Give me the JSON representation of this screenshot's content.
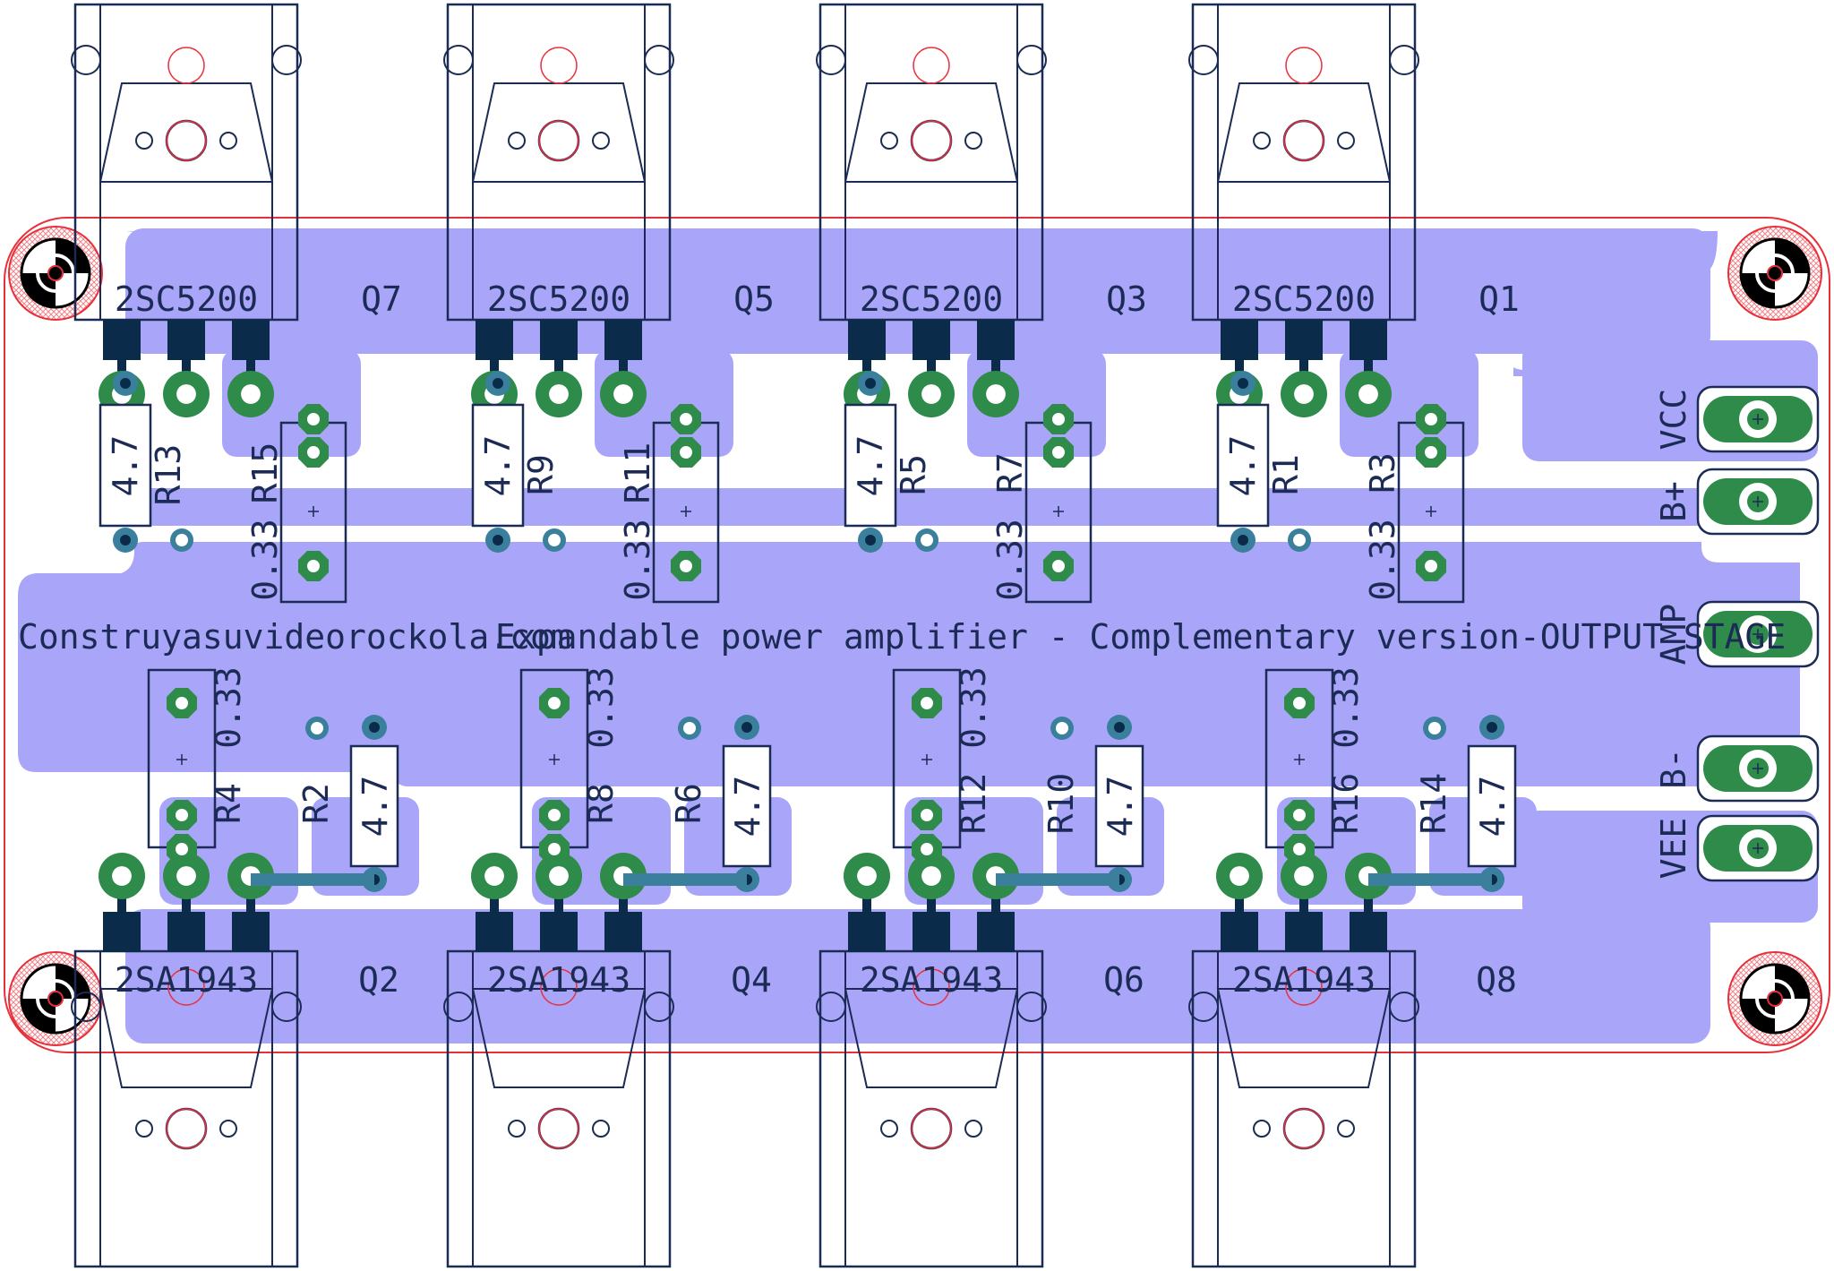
{
  "colors": {
    "background": "#ffffff",
    "copper_fill": "#a9a6fa",
    "outline": "#e8303a",
    "silkscreen": "#1b2b55",
    "pad": "#2e8b4a",
    "via": "#3a7f9c",
    "smd_pad": "#0b2b4a"
  },
  "texts": {
    "website": "Construyasuvideorockola.com",
    "description": "Expandable power amplifier - Complementary version-OUTPUT STAGE"
  },
  "transistors_top": [
    {
      "ref": "Q7",
      "value": "2SC5200"
    },
    {
      "ref": "Q5",
      "value": "2SC5200"
    },
    {
      "ref": "Q3",
      "value": "2SC5200"
    },
    {
      "ref": "Q1",
      "value": "2SC5200"
    }
  ],
  "transistors_bottom": [
    {
      "ref": "Q2",
      "value": "2SA1943"
    },
    {
      "ref": "Q4",
      "value": "2SA1943"
    },
    {
      "ref": "Q6",
      "value": "2SA1943"
    },
    {
      "ref": "Q8",
      "value": "2SA1943"
    }
  ],
  "resistors_top": [
    {
      "small_ref": "R13",
      "small_value": "4.7",
      "emitter_ref": "R15",
      "emitter_value": "0.33"
    },
    {
      "small_ref": "R9",
      "small_value": "4.7",
      "emitter_ref": "R11",
      "emitter_value": "0.33"
    },
    {
      "small_ref": "R5",
      "small_value": "4.7",
      "emitter_ref": "R7",
      "emitter_value": "0.33"
    },
    {
      "small_ref": "R1",
      "small_value": "4.7",
      "emitter_ref": "R3",
      "emitter_value": "0.33"
    }
  ],
  "resistors_bottom": [
    {
      "emitter_ref": "R4",
      "emitter_value": "0.33",
      "small_ref": "R2",
      "small_value": "4.7"
    },
    {
      "emitter_ref": "R8",
      "emitter_value": "0.33",
      "small_ref": "R6",
      "small_value": "4.7"
    },
    {
      "emitter_ref": "R12",
      "emitter_value": "0.33",
      "small_ref": "R10",
      "small_value": "4.7"
    },
    {
      "emitter_ref": "R16",
      "emitter_value": "0.33",
      "small_ref": "R14",
      "small_value": "4.7"
    }
  ],
  "connectors": [
    {
      "label": "VCC"
    },
    {
      "label": "B+"
    },
    {
      "label": "AMP"
    },
    {
      "label": "B-"
    },
    {
      "label": "VEE"
    }
  ]
}
